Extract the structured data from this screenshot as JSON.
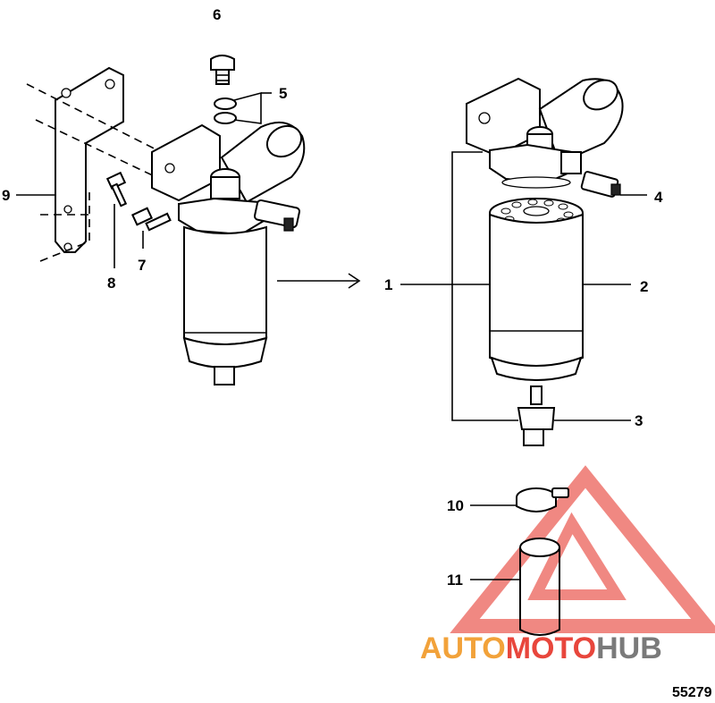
{
  "callouts": {
    "c1": "1",
    "c2": "2",
    "c3": "3",
    "c4": "4",
    "c5": "5",
    "c6": "6",
    "c7": "7",
    "c8": "8",
    "c9": "9",
    "c10": "10",
    "c11": "11"
  },
  "figure_id": "55279",
  "watermark": {
    "part1": "AUTO",
    "part2": "MOTO",
    "part3": "HUB",
    "colors": {
      "auto": "#f2a23a",
      "moto": "#e8463c",
      "hub": "#7a7a7a",
      "triangle": "#e8463c"
    }
  }
}
